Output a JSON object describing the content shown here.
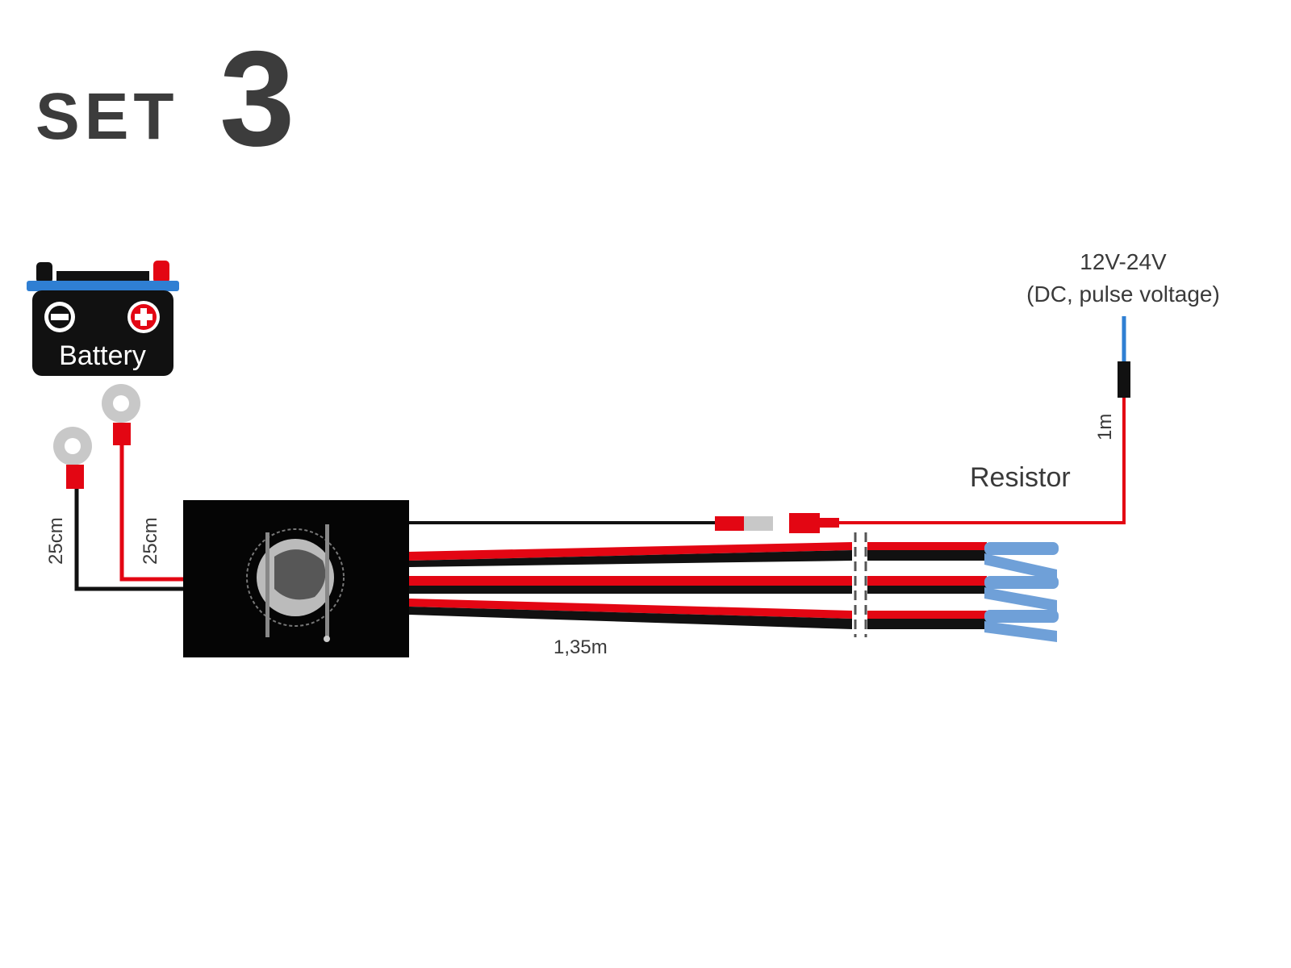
{
  "logo": {
    "word": "SET",
    "number": "3"
  },
  "battery": {
    "label": "Battery",
    "negative_symbol": "minus-icon",
    "positive_symbol": "plus-icon"
  },
  "labels": {
    "ground_length": "25cm",
    "power_length": "25cm",
    "output_length": "1,35m",
    "resistor": "Resistor",
    "signal_length": "1m",
    "voltage": "12V-24V",
    "voltage_note": "(DC, pulse voltage)"
  },
  "colors": {
    "red": "#e30613",
    "black": "#111111",
    "blue": "#2f7fd3",
    "connector_blue": "#6fa0d8",
    "gray": "#c8c8c8",
    "logo_gray": "#3c3c3c"
  }
}
